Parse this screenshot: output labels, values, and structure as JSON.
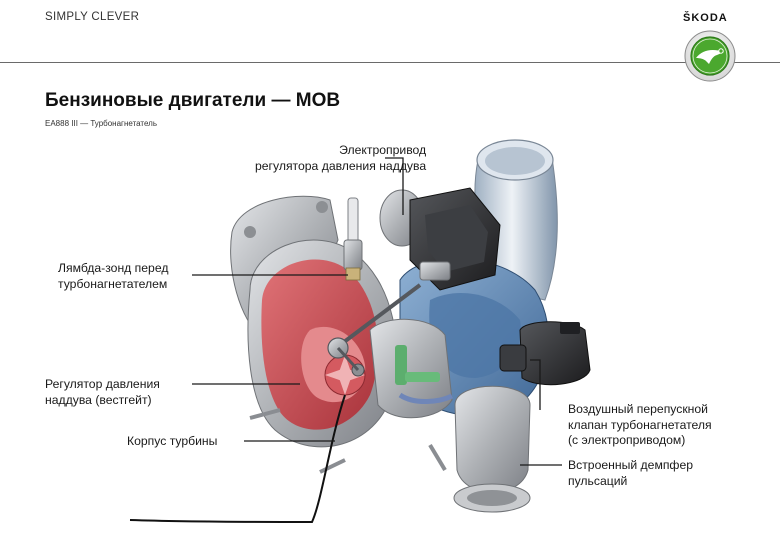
{
  "header": {
    "slogan": "SIMPLY CLEVER",
    "brand": "ŠKODA"
  },
  "slide": {
    "title": "Бензиновые двигатели — MOB",
    "subtitle": "EA888 III — Турбонагнетатель"
  },
  "callouts": {
    "actuator_line1": "Электропривод",
    "actuator_line2": "регулятора давления наддува",
    "lambda_line1": "Лямбда-зонд перед",
    "lambda_line2": "турбонагнетателем",
    "wastegate_line1": "Регулятор давления",
    "wastegate_line2": "наддува (вестгейт)",
    "turbine_housing": "Корпус турбины",
    "bypass_line1": "Воздушный перепускной",
    "bypass_line2": "клапан турбонагнетателя",
    "bypass_line3": "(с электроприводом)",
    "damper_line1": "Встроенный демпфер",
    "damper_line2": "пульсаций"
  },
  "colors": {
    "turbine_red": "#c9454a",
    "compressor_blue": "#5f88b5",
    "metal_gray": "#a9acb0",
    "dark_actuator": "#2c2c2e",
    "skoda_green": "#4ba82e"
  },
  "icons": [
    "skoda-logo-icon"
  ]
}
